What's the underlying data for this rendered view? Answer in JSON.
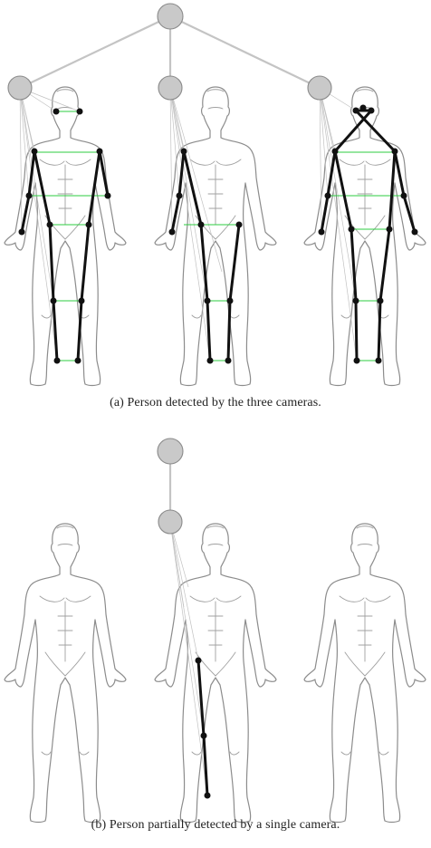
{
  "captions": {
    "a": "(a) Person detected by the three cameras.",
    "b": "(b) Person partially detected by a single camera."
  },
  "colors": {
    "node_fill": "#c9c9c9",
    "skeleton": "#111111",
    "correspondence": "#2ecc40",
    "body_outline": "#8c8c8c"
  },
  "panels": {
    "a": {
      "cameras_detecting": [
        1,
        2,
        3
      ]
    },
    "b": {
      "cameras_detecting": [
        2
      ]
    }
  }
}
